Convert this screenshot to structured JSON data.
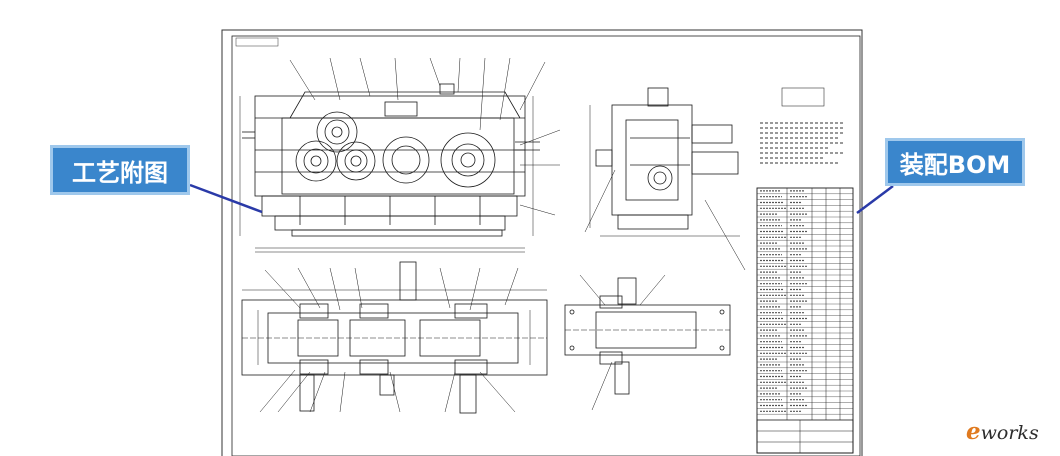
{
  "callouts": {
    "left": "工艺附图",
    "right": "装配BOM"
  },
  "drawing": {
    "label": "",
    "bom_rows": 40
  },
  "logo": {
    "prefix": "e",
    "rest": "works"
  },
  "colors": {
    "callout_fill": "#3a86cc",
    "callout_border": "#9fc8ec",
    "leader": "#2a3aa8",
    "drawing_line": "#1a1a1a",
    "logo_accent": "#e07a1f"
  }
}
